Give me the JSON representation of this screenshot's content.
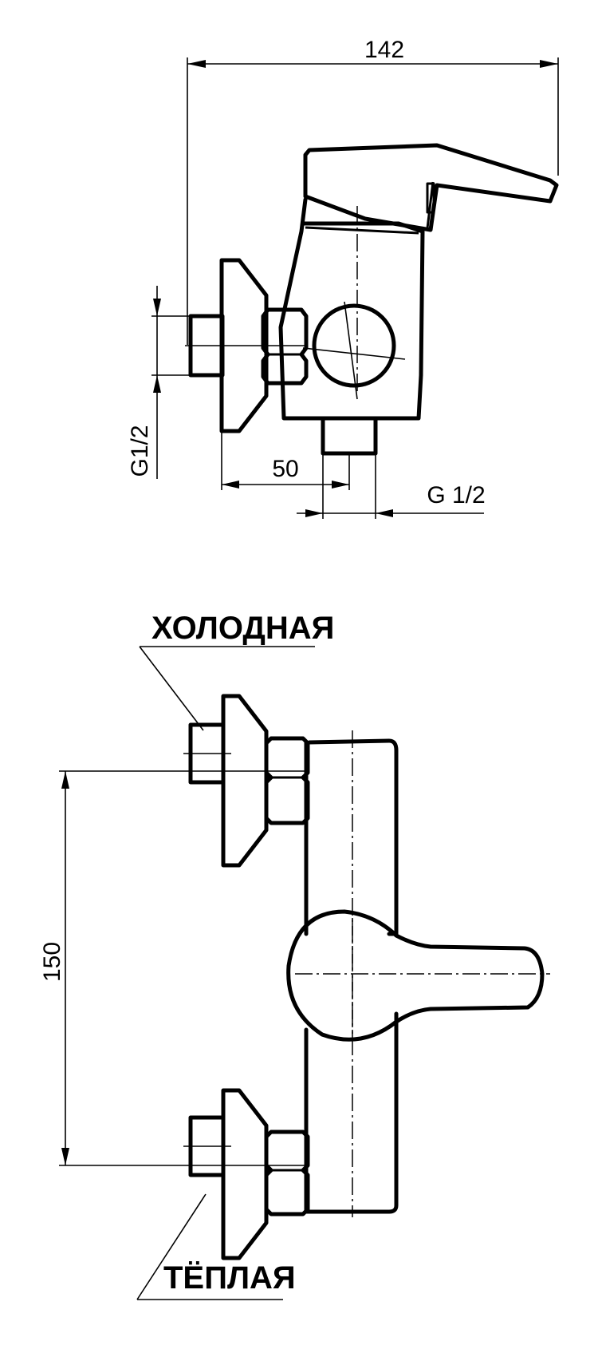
{
  "dimensions": {
    "width": "142",
    "inlet": "G1/2",
    "offset": "50",
    "outlet": "G 1/2",
    "spacing": "150"
  },
  "labels": {
    "cold": "ХОЛОДНАЯ",
    "warm": "ТЁПЛАЯ"
  }
}
